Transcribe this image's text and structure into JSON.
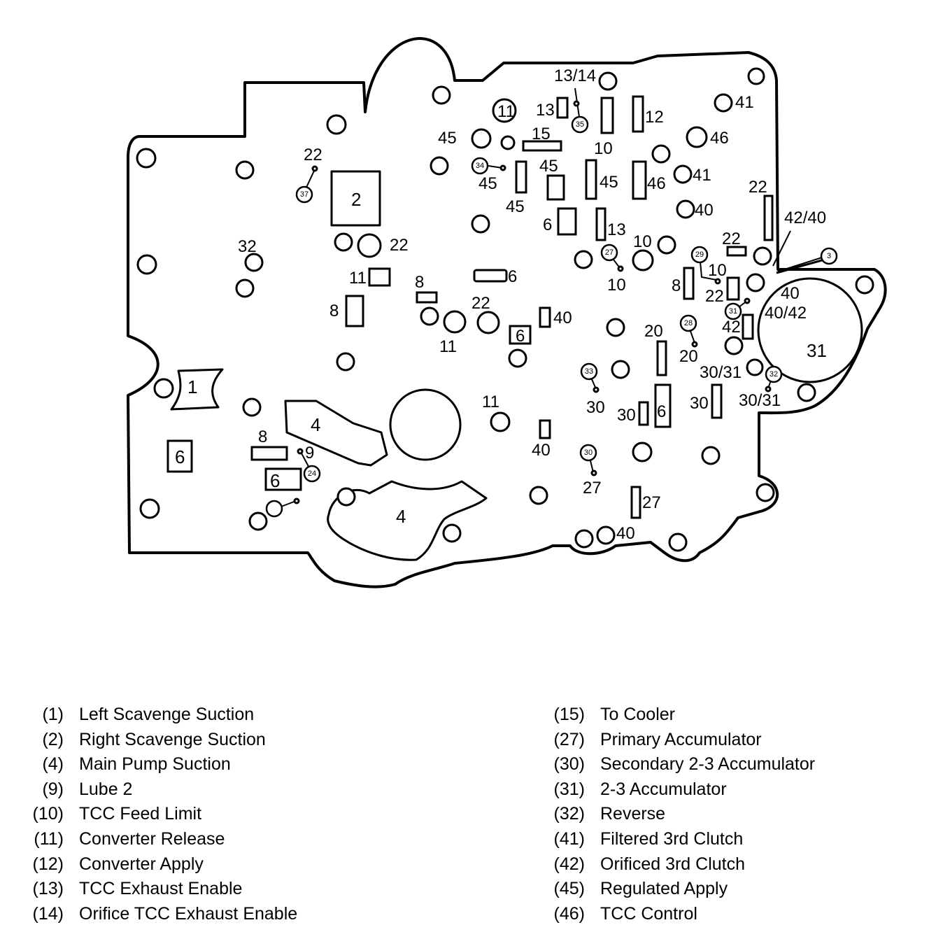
{
  "diagram": {
    "labels": [
      "1",
      "2",
      "4",
      "4",
      "6",
      "6",
      "6",
      "6",
      "6",
      "6",
      "8",
      "8",
      "8",
      "8",
      "9",
      "10",
      "10",
      "10",
      "10",
      "11",
      "11",
      "11",
      "11",
      "12",
      "13",
      "13",
      "13/14",
      "15",
      "20",
      "20",
      "22",
      "22",
      "22",
      "22",
      "22",
      "22",
      "27",
      "27",
      "30",
      "30",
      "30",
      "30/31",
      "30/31",
      "31",
      "32",
      "40",
      "40",
      "40",
      "40",
      "40",
      "40/42",
      "41",
      "41",
      "42",
      "42/40",
      "45",
      "45",
      "45",
      "45",
      "45",
      "46",
      "46"
    ],
    "checkballs": [
      "3",
      "24",
      "27",
      "28",
      "29",
      "30",
      "31",
      "32",
      "33",
      "34",
      "35",
      "37"
    ]
  },
  "legend": {
    "left": [
      {
        "code": "(1)",
        "text": "Left Scavenge Suction"
      },
      {
        "code": "(2)",
        "text": "Right Scavenge Suction"
      },
      {
        "code": "(4)",
        "text": "Main Pump Suction"
      },
      {
        "code": "(9)",
        "text": "Lube 2"
      },
      {
        "code": "(10)",
        "text": "TCC Feed Limit"
      },
      {
        "code": "(11)",
        "text": "Converter Release"
      },
      {
        "code": "(12)",
        "text": "Converter Apply"
      },
      {
        "code": "(13)",
        "text": "TCC Exhaust Enable"
      },
      {
        "code": "(14)",
        "text": "Orifice TCC Exhaust Enable"
      }
    ],
    "right": [
      {
        "code": "(15)",
        "text": "To Cooler"
      },
      {
        "code": "(27)",
        "text": "Primary Accumulator"
      },
      {
        "code": "(30)",
        "text": "Secondary 2-3 Accumulator"
      },
      {
        "code": "(31)",
        "text": "2-3 Accumulator"
      },
      {
        "code": "(32)",
        "text": "Reverse"
      },
      {
        "code": "(41)",
        "text": "Filtered 3rd Clutch"
      },
      {
        "code": "(42)",
        "text": "Orificed 3rd Clutch"
      },
      {
        "code": "(45)",
        "text": "Regulated Apply"
      },
      {
        "code": "(46)",
        "text": "TCC Control"
      }
    ]
  }
}
